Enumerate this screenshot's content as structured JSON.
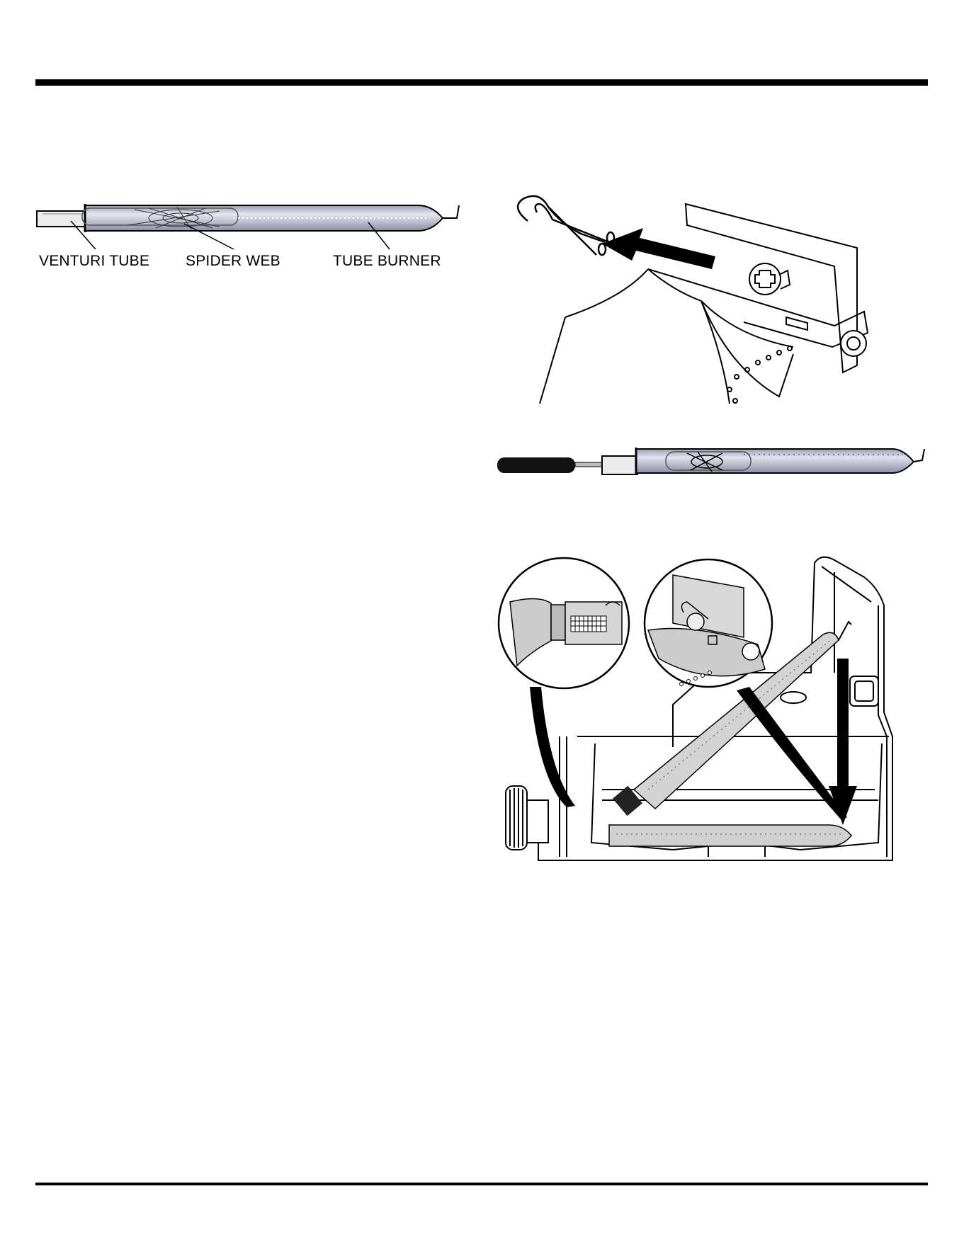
{
  "figure_tube_burner": {
    "venturi_label": "VENTURI TUBE",
    "spider_label": "SPIDER WEB",
    "burner_label": "TUBE BURNER"
  },
  "colors": {
    "tube_fill": "#b9bccb",
    "tube_highlight": "#e2e4ee",
    "burner_ghost": "#d0d0d0",
    "line": "#000000"
  },
  "icons": [
    "cotter-pin-icon",
    "arrow-icon",
    "screwdriver-icon",
    "spider-web-icon"
  ]
}
